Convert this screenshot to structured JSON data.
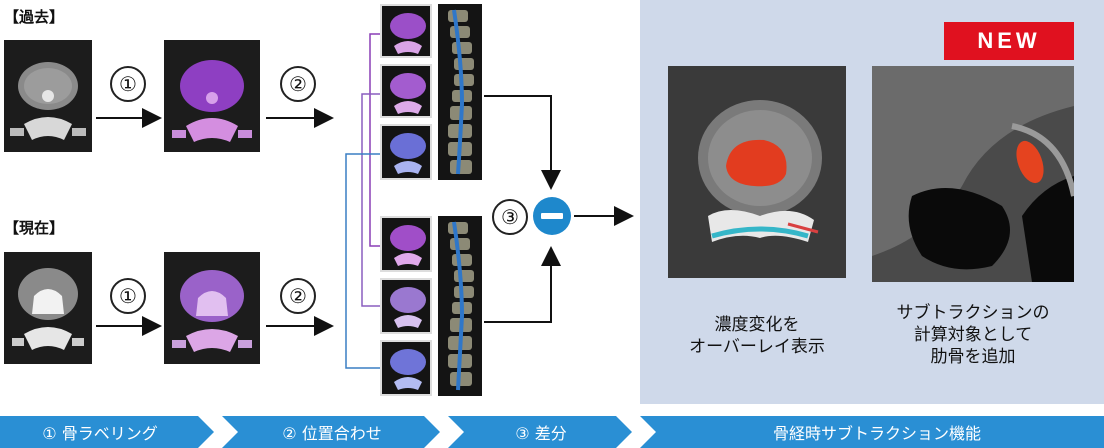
{
  "past_label": "【過去】",
  "present_label": "【現在】",
  "step_nums": {
    "one_top": "①",
    "two_top": "②",
    "one_bot": "①",
    "two_bot": "②",
    "three": "③"
  },
  "new_badge": "NEW",
  "captions": {
    "overlay": [
      "濃度変化を",
      "オーバーレイ表示"
    ],
    "ribs": [
      "サブトラクションの",
      "計算対象として",
      "肋骨を追加"
    ]
  },
  "steps": [
    "① 骨ラベリング",
    "② 位置合わせ",
    "③ 差分",
    "骨経時サブトラクション機能"
  ],
  "colors": {
    "step_blue": "#2a8fd4",
    "panel": "#cfd9ea",
    "new_red": "#e0111f",
    "minus_blue": "#1e88cc"
  }
}
